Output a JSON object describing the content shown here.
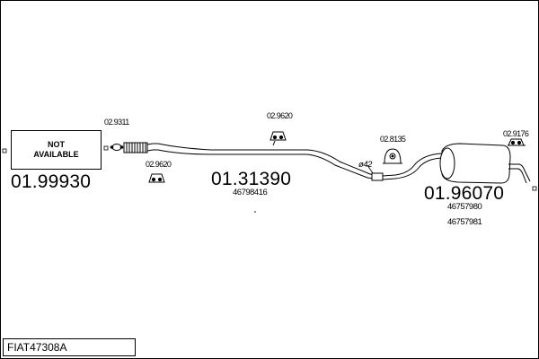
{
  "left_part": {
    "line1": "NOT",
    "line2": "AVAILABLE",
    "number": "01.99930"
  },
  "front_clamp": {
    "label": "02.9311"
  },
  "front_hanger": {
    "label": "02.9620"
  },
  "mid_hanger": {
    "label": "02.9620"
  },
  "middle_pipe": {
    "number": "01.31390",
    "oe": "46798416"
  },
  "diameter": {
    "label": "ø42"
  },
  "rear_mount": {
    "label": "02.8135"
  },
  "rear_hanger": {
    "label": "02.9176"
  },
  "rear_silencer": {
    "number": "01.96070",
    "oe1": "46757980",
    "oe2": "46757981"
  },
  "kit_code": "FIAT47308A"
}
